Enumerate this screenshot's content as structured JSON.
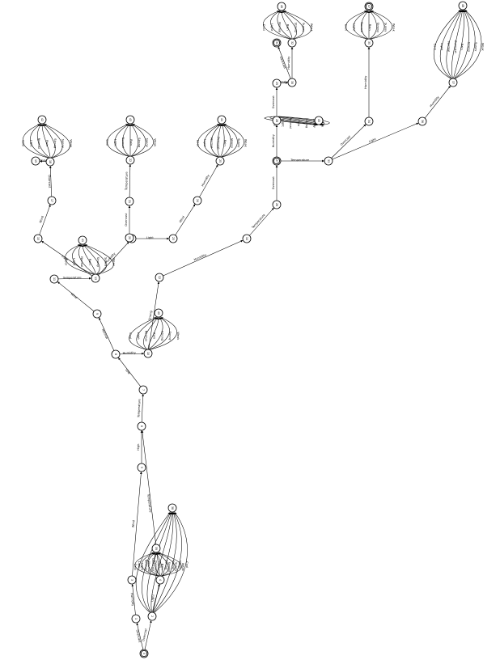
{
  "diagram": {
    "type": "finite-state-automaton",
    "nodes": [
      {
        "id": "0",
        "label": "0",
        "accept": true
      },
      {
        "id": "1",
        "label": "1"
      },
      {
        "id": "2",
        "label": "2"
      },
      {
        "id": "3",
        "label": "3"
      },
      {
        "id": "4",
        "label": "4"
      },
      {
        "id": "5",
        "label": "5"
      },
      {
        "id": "6",
        "label": "6"
      },
      {
        "id": "7",
        "label": "7"
      },
      {
        "id": "8",
        "label": "8"
      },
      {
        "id": "9",
        "label": "9"
      },
      {
        "id": "10",
        "label": "10"
      },
      {
        "id": "11",
        "label": "11"
      },
      {
        "id": "12",
        "label": "12"
      },
      {
        "id": "13",
        "label": "13"
      },
      {
        "id": "14",
        "label": "14"
      },
      {
        "id": "15",
        "label": "15"
      },
      {
        "id": "16",
        "label": "16"
      },
      {
        "id": "17",
        "label": "17"
      },
      {
        "id": "18",
        "label": "18"
      },
      {
        "id": "19",
        "label": "19"
      },
      {
        "id": "20",
        "label": "20"
      },
      {
        "id": "21",
        "label": "21"
      },
      {
        "id": "22",
        "label": "22"
      },
      {
        "id": "23",
        "label": "23"
      },
      {
        "id": "24",
        "label": "24"
      },
      {
        "id": "25",
        "label": "25"
      },
      {
        "id": "26",
        "label": "26"
      },
      {
        "id": "27",
        "label": "27",
        "accept": true
      },
      {
        "id": "28",
        "label": "28"
      },
      {
        "id": "29",
        "label": "29"
      },
      {
        "id": "30",
        "label": "30"
      },
      {
        "id": "31",
        "label": "31",
        "accept": true
      },
      {
        "id": "32",
        "label": "32"
      },
      {
        "id": "33",
        "label": "33"
      },
      {
        "id": "34",
        "label": "34"
      },
      {
        "id": "35",
        "label": "35"
      },
      {
        "id": "36",
        "label": "36"
      },
      {
        "id": "37",
        "label": "37"
      },
      {
        "id": "38",
        "label": "38"
      },
      {
        "id": "39",
        "label": "39"
      },
      {
        "id": "40",
        "label": "40"
      },
      {
        "id": "41",
        "label": "41"
      },
      {
        "id": "42",
        "label": "42"
      },
      {
        "id": "43",
        "label": "43"
      },
      {
        "id": "44",
        "label": "44"
      },
      {
        "id": "45",
        "label": "45"
      },
      {
        "id": "46",
        "label": "46"
      },
      {
        "id": "47",
        "label": "47",
        "accept": true
      },
      {
        "id": "48",
        "label": "48"
      },
      {
        "id": "49",
        "label": "49"
      },
      {
        "id": "50",
        "label": "50"
      },
      {
        "id": "51",
        "label": "51"
      },
      {
        "id": "52",
        "label": "52"
      },
      {
        "id": "53",
        "label": "53"
      },
      {
        "id": "54",
        "label": "54"
      },
      {
        "id": "55",
        "label": "55"
      },
      {
        "id": "56",
        "label": "56"
      }
    ],
    "edges": [
      {
        "from": "0",
        "to": "1",
        "label": "Overcast"
      },
      {
        "from": "0",
        "to": "2",
        "label": "Overcast"
      },
      {
        "from": "1",
        "to": "3",
        "label": "Humidity"
      },
      {
        "from": "2",
        "to": "4",
        "label": "Light"
      },
      {
        "from": "3",
        "to": "5",
        "label": "Wind"
      },
      {
        "from": "4",
        "to": "6",
        "label": "Temperature"
      },
      {
        "from": "5",
        "to": "6",
        "label": "High"
      },
      {
        "from": "6",
        "to": "7",
        "label": "Temperature"
      },
      {
        "from": "7",
        "to": "8",
        "label": "Low"
      },
      {
        "from": "8",
        "to": "9",
        "label": "Normal"
      },
      {
        "from": "8",
        "to": "10",
        "label": "Humidity"
      },
      {
        "from": "9",
        "to": "11",
        "label": "Wind"
      },
      {
        "from": "10",
        "to": "12",
        "label": "Strong"
      },
      {
        "from": "11",
        "to": "13",
        "label": "Temperature"
      },
      {
        "from": "12",
        "to": "14",
        "label": "Humidity"
      },
      {
        "from": "13",
        "to": "15",
        "label": "Light"
      },
      {
        "from": "13",
        "to": "16",
        "label": "Humidity"
      },
      {
        "from": "15",
        "to": "17",
        "label": "Wind"
      },
      {
        "from": "17",
        "to": "18",
        "label": "Overcast"
      },
      {
        "from": "18",
        "to": "19",
        "label": "Outlook"
      },
      {
        "from": "16",
        "to": "20",
        "label": "Weak"
      },
      {
        "from": "20",
        "to": "21",
        "label": "Overcast"
      },
      {
        "from": "21",
        "to": "22",
        "label": "Temperature"
      },
      {
        "from": "16",
        "to": "23",
        "label": "Light"
      },
      {
        "from": "23",
        "to": "24",
        "label": "Wind"
      },
      {
        "from": "24",
        "to": "25",
        "label": "Humidity"
      },
      {
        "from": "14",
        "to": "26",
        "label": "Temperature"
      },
      {
        "from": "26",
        "to": "27",
        "label": "Overcast"
      },
      {
        "from": "27",
        "to": "28",
        "label": "Humidity"
      },
      {
        "from": "28",
        "to": "29",
        "label": "Overcast"
      },
      {
        "from": "29",
        "to": "30",
        "label": "Temperature"
      },
      {
        "from": "30",
        "to": "31",
        "label": "Overcast"
      },
      {
        "from": "30",
        "to": "32",
        "label": "Humidity"
      },
      {
        "from": "27",
        "to": "33",
        "label": "Temperature"
      },
      {
        "from": "33",
        "to": "34",
        "label": "Overcast"
      },
      {
        "from": "34",
        "to": "35",
        "label": "Humidity"
      },
      {
        "from": "33",
        "to": "36",
        "label": "Light"
      },
      {
        "from": "36",
        "to": "37",
        "label": "Humidity"
      }
    ],
    "clusters": [
      {
        "hub": "2",
        "target": "38",
        "labels": [
          "Light",
          "Normal",
          "Overcast",
          "Rain",
          "Strong",
          "Sunny",
          "Weak",
          "Cool"
        ]
      },
      {
        "hub": "4",
        "target": "39",
        "labels": [
          "Cool",
          "Light",
          "Normal",
          "Overcast",
          "Rain",
          "Strong",
          "Sunny",
          "Weak"
        ]
      },
      {
        "hub": "10",
        "target": "40",
        "labels": [
          "Cool",
          "Light",
          "Normal",
          "Rain",
          "Strong",
          "Sunny",
          "Weak"
        ]
      },
      {
        "hub": "13",
        "target": "41",
        "labels": [
          "Cool",
          "Light",
          "Normal",
          "Rain",
          "Strong",
          "Sunny",
          "Weak"
        ]
      },
      {
        "hub": "18",
        "target": "42",
        "labels": [
          "Cool",
          "Light",
          "Normal",
          "Rain",
          "Strong",
          "Sunny",
          "Weak"
        ]
      },
      {
        "hub": "22",
        "target": "43",
        "labels": [
          "Cool",
          "Light",
          "Normal",
          "Rain",
          "Strong",
          "Sunny",
          "Weak"
        ]
      },
      {
        "hub": "25",
        "target": "44",
        "labels": [
          "Cool",
          "Light",
          "Normal",
          "Overcast",
          "Rain",
          "Strong",
          "Sunny",
          "Weak"
        ]
      },
      {
        "hub": "28",
        "target": "45",
        "labels": [
          "Cool",
          "Light",
          "Normal",
          "Rain",
          "Strong",
          "Sunny",
          "Weak"
        ]
      },
      {
        "hub": "32",
        "target": "46",
        "labels": [
          "Cool",
          "Light",
          "Normal",
          "Rain",
          "Strong",
          "Sunny",
          "Weak"
        ]
      },
      {
        "hub": "35",
        "target": "47",
        "labels": [
          "Cool",
          "Light",
          "Normal",
          "Rain",
          "Strong",
          "Sunny",
          "Weak"
        ]
      },
      {
        "hub": "37",
        "target": "48",
        "labels": [
          "Cool",
          "Light",
          "Normal",
          "Overcast",
          "Rain",
          "Strong",
          "Sunny",
          "Weak"
        ]
      }
    ]
  }
}
